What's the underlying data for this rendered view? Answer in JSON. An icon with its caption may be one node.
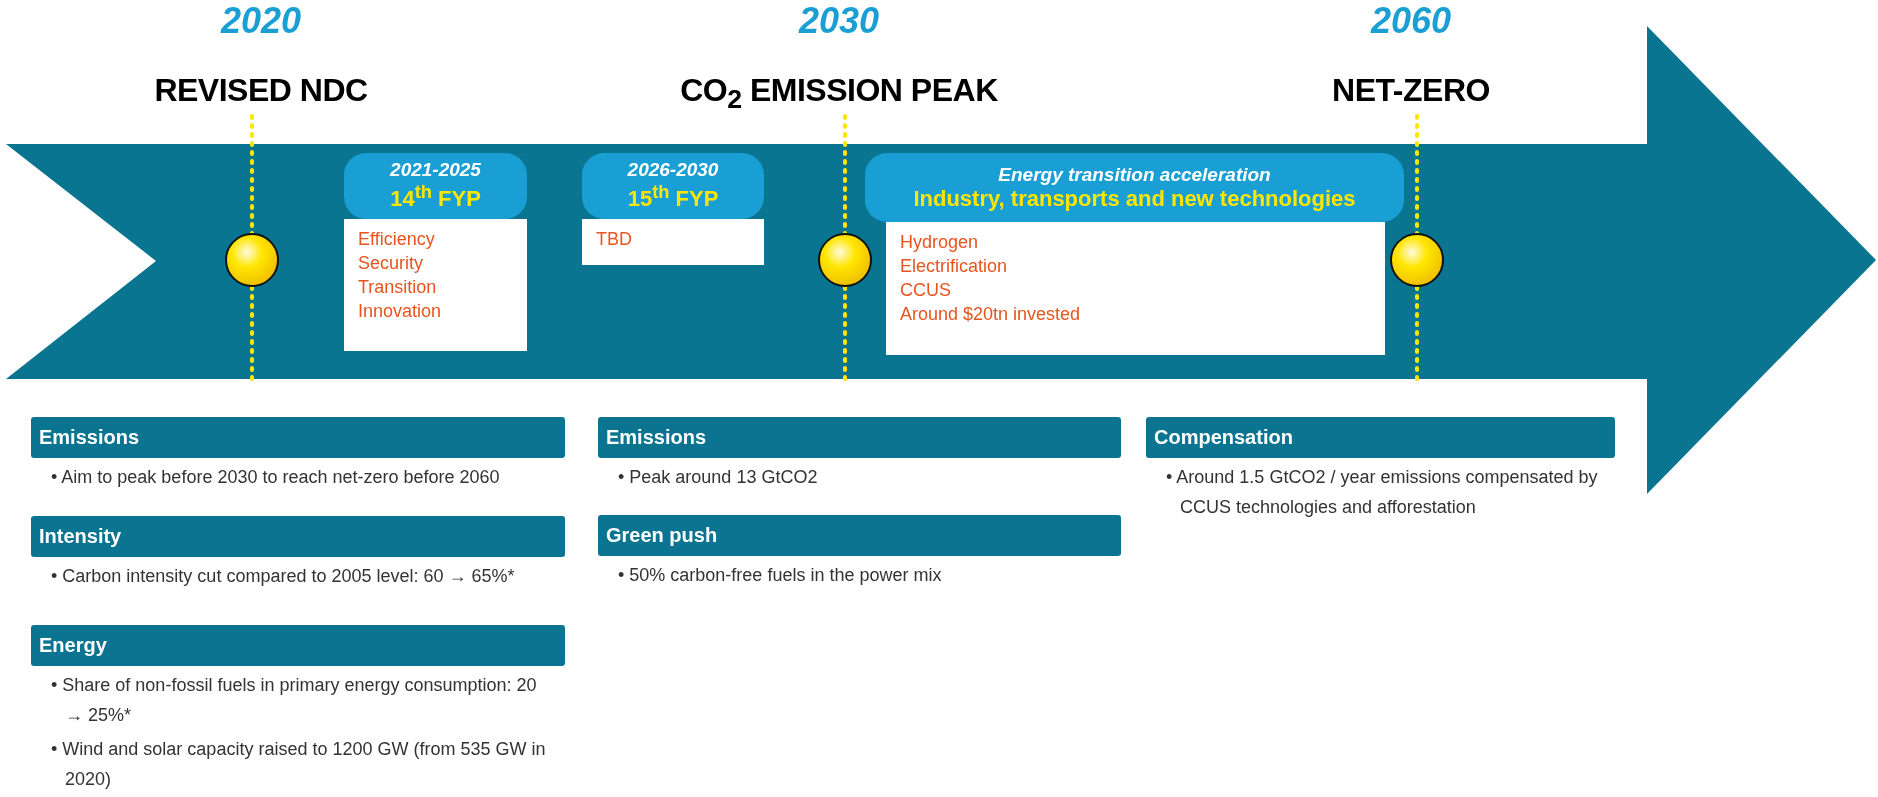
{
  "diagram": {
    "nodes": [
      {
        "text": [
          "2021-2025",
          "14$^{th}$ FYP",
          "Efficiency",
          "Security",
          "Transition",
          "Innovation"
        ]
      },
      {
        "text": [
          "2026-2030",
          "15$^{th}$ FYP",
          "TBD"
        ]
      },
      {
        "text": [
          "Energy transition acceleration",
          "Industry, transports and new technologies",
          "Hydrogen",
          "Electrification",
          "CCUS",
          "Around $20tn invested"
        ]
      },
      {
        "text": [
          "Emissions"
        ],
        "beside": [
          "• Aim to peak before 2030 to reach net-zero before 2060"
        ]
      },
      {
        "text": [
          "Intensity"
        ],
        "beside": [
          "• Carbon intensity cut compared to 2005 level: 60 → 65%*"
        ]
      },
      {
        "text": [
          "Energy"
        ],
        "beside": [
          "• Share of non-fossil fuels in primary energy consumption: 20 → 25%*",
          "• Wind and solar capacity raised to 1200 GW (from 535 GW in 2020)"
        ]
      },
      {
        "text": [
          "Emissions"
        ],
        "beside": [
          "• Peak around 13 GtCO2"
        ]
      },
      {
        "text": [
          "Green push"
        ],
        "beside": [
          "• 50% carbon-free fuels in the power mix"
        ]
      },
      {
        "text": [
          "Compensation"
        ],
        "beside": [
          "• Around 1.5 GtCO2 / year emissions compensated by CCUS technologies and afforestation"
        ]
      }
    ],
    "labels": [
      "2020",
      "2030",
      "2060",
      "REVISED NDC",
      "CO$_{2}$ EMISSION PEAK",
      "NET-ZERO"
    ]
  }
}
